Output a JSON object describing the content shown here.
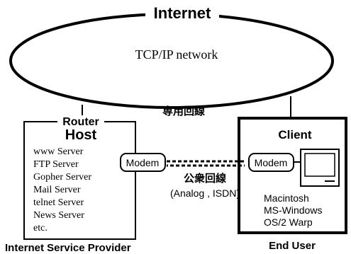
{
  "internet": {
    "title": "Internet",
    "network_label": "TCP/IP network"
  },
  "leased_line_label": "専用回線",
  "provider": {
    "router_label": "Router",
    "host_label": "Host",
    "servers": [
      "www Server",
      "FTP Server",
      "Gopher Server",
      "Mail Server",
      "telnet Server",
      "News Server",
      "etc."
    ],
    "modem_label": "Modem",
    "caption": "Internet Service Provider"
  },
  "public_line": {
    "label": "公衆回線",
    "types": "(Analog , ISDN)"
  },
  "client": {
    "title": "Client",
    "modem_label": "Modem",
    "os_list": [
      "Macintosh",
      "MS-Windows",
      "OS/2 Warp"
    ],
    "caption": "End User"
  },
  "colors": {
    "line": "#000000",
    "background": "#ffffff"
  }
}
